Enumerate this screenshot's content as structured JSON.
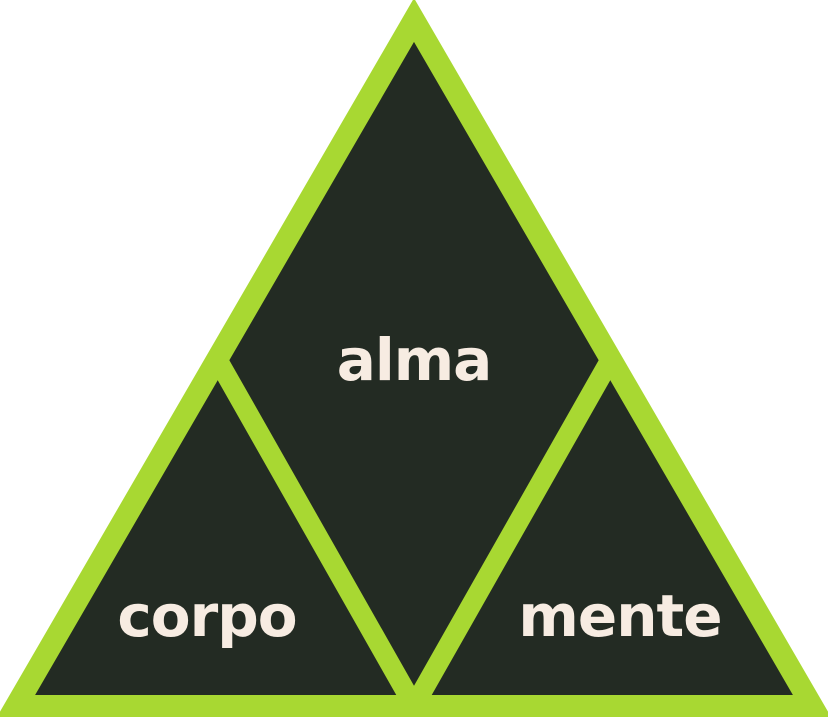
{
  "diagram": {
    "labels": {
      "top": "alma",
      "left": "corpo",
      "right": "mente"
    }
  },
  "colors": {
    "outline": "#a8d832",
    "fill": "#232b23",
    "text": "#f7ece2",
    "background": "#ffffff"
  }
}
